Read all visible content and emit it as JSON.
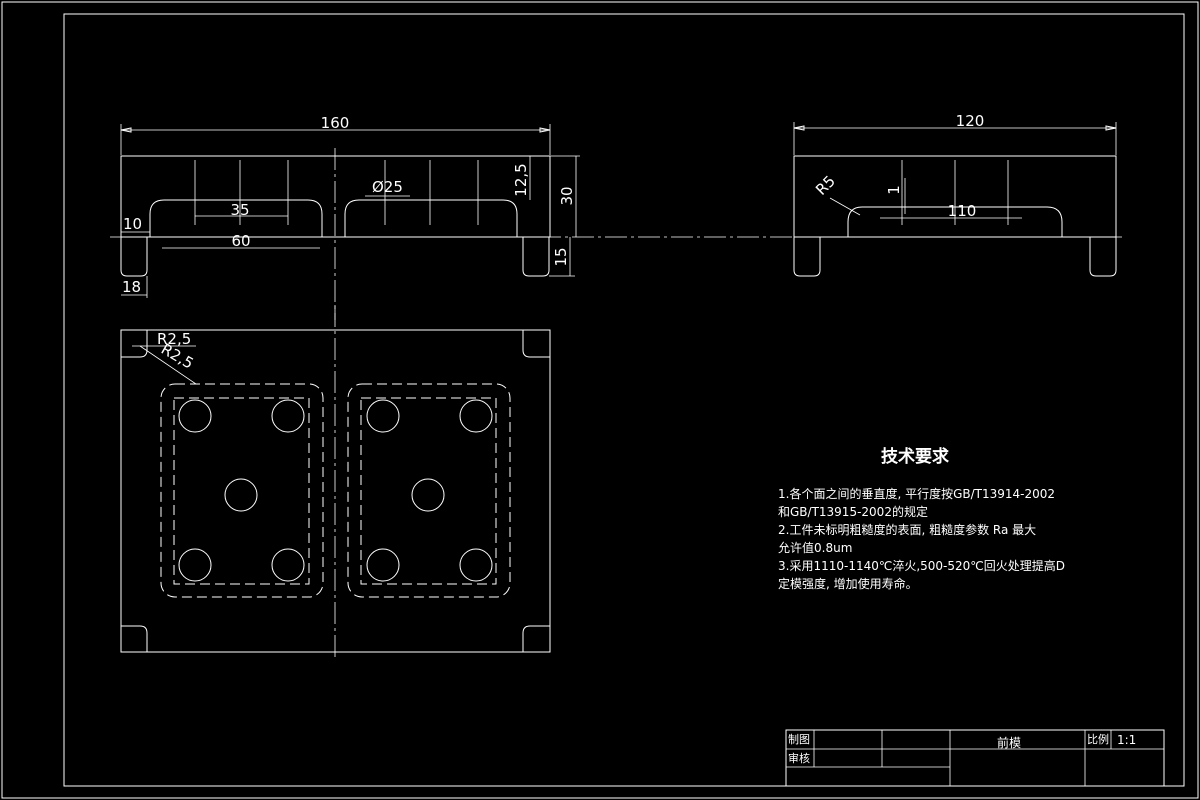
{
  "dimensions": {
    "front_width": "160",
    "side_width": "120",
    "depth_12_5": "12,5",
    "height_30": "30",
    "dia_25": "Ø25",
    "pitch_35": "35",
    "edge_10": "10",
    "span_60": "60",
    "leg_15": "15",
    "leg_18": "18",
    "r5": "R5",
    "step_1": "1",
    "span_110": "110",
    "r2_5_a": "R2,5",
    "r2_5_b": "R2,5"
  },
  "tech": {
    "title": "技术要求",
    "lines": [
      "1.各个面之间的垂直度, 平行度按GB/T13914-2002",
      "和GB/T13915-2002的规定",
      "2.工件未标明粗糙度的表面, 粗糙度参数 Ra 最大",
      "允许值0.8um",
      "3.采用1110-1140℃淬火,500-520℃回火处理提高D",
      "定模强度, 增加使用寿命。"
    ]
  },
  "title_block": {
    "drawn": "制图",
    "checked": "审核",
    "part_name": "前模",
    "scale_label": "比例",
    "scale_value": "1:1"
  }
}
